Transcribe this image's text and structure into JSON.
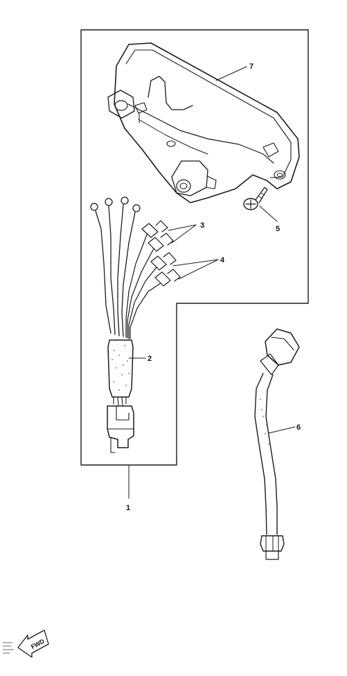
{
  "callouts": [
    "1",
    "2",
    "3",
    "4",
    "5",
    "6",
    "7"
  ],
  "fwd_label": "FWD"
}
